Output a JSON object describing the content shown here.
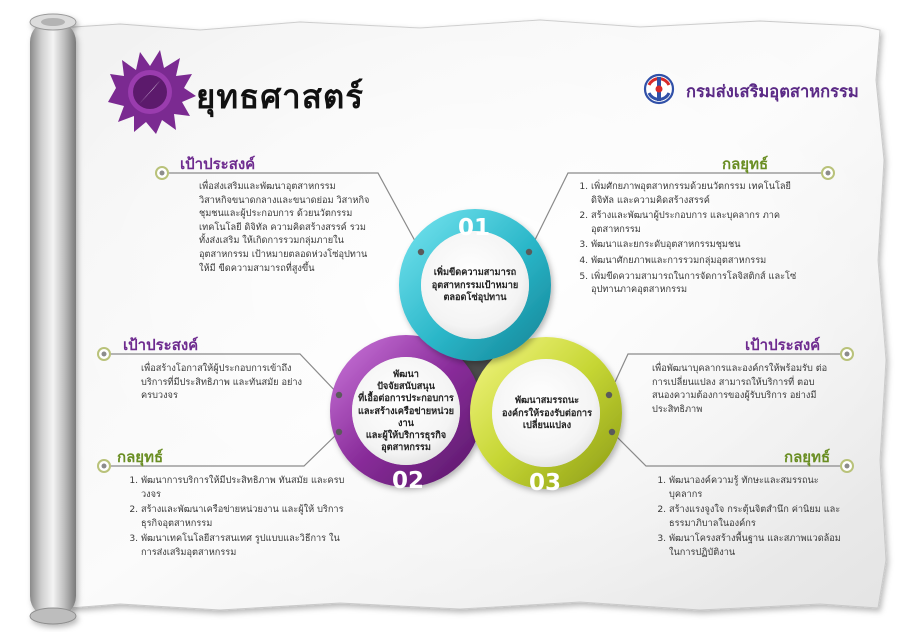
{
  "title": "ยุทธศาสตร์",
  "org_name": "กรมส่งเสริมอุตสาหกรรม",
  "colors": {
    "purple": "#8a2d9b",
    "teal": "#2bb7c9",
    "lime": "#c6d634",
    "heading_purple": "#6e2b8f",
    "heading_green": "#6a8e23"
  },
  "circle1": {
    "number": "01",
    "lines": [
      "เพิ่มขีดความสามารถ",
      "อุตสาหกรรมเป้าหมาย",
      "ตลอดโซ่อุปทาน"
    ]
  },
  "circle2": {
    "number": "02",
    "lines": [
      "พัฒนา",
      "ปัจจัยสนับสนุน",
      "ที่เอื้อต่อการประกอบการ",
      "และสร้างเครือข่ายหน่วยงาน",
      "และผู้ให้บริการธุรกิจ",
      "อุตสาหกรรม"
    ]
  },
  "circle3": {
    "number": "03",
    "lines": [
      "พัฒนาสมรรถนะ",
      "องค์กรให้รองรับต่อการ",
      "เปลี่ยนแปลง"
    ]
  },
  "panel1": {
    "goal_heading": "เป้าประสงค์",
    "goal_text": "เพื่อส่งเสริมและพัฒนาอุตสาหกรรม วิสาหกิจขนาดกลางและขนาดย่อม วิสาหกิจชุมชนและผู้ประกอบการ ด้วยนวัตกรรม เทคโนโลยี ดิจิทัล ความคิดสร้างสรรค์ รวมทั้งส่งเสริม ให้เกิดการรวมกลุ่มภายในอุตสาหกรรม เป้าหมายตลอดห่วงโซ่อุปทาน ให้มี ขีดความสามารถที่สูงขึ้น",
    "strategy_heading": "กลยุทธ์",
    "strategies": [
      "เพิ่มศักยภาพอุตสาหกรรมด้วยนวัตกรรม เทคโนโลยี ดิจิทัล และความคิดสร้างสรรค์",
      "สร้างและพัฒนาผู้ประกอบการ และบุคลากร ภาคอุตสาหกรรม",
      "พัฒนาและยกระดับอุตสาหกรรมชุมชน",
      "พัฒนาศักยภาพและการรวมกลุ่มอุตสาหกรรม",
      "เพิ่มขีดความสามารถในการจัดการโลจิสติกส์ และโซ่อุปทานภาคอุตสาหกรรม"
    ]
  },
  "panel2": {
    "goal_heading": "เป้าประสงค์",
    "goal_text": "เพื่อสร้างโอกาสให้ผู้ประกอบการเข้าถึง บริการที่มีประสิทธิภาพ และทันสมัย อย่างครบวงจร",
    "strategy_heading": "กลยุทธ์",
    "strategies": [
      "พัฒนาการบริการให้มีประสิทธิภาพ ทันสมัย และครบวงจร",
      "สร้างและพัฒนาเครือข่ายหน่วยงาน และผู้ให้ บริการธุรกิจอุตสาหกรรม",
      "พัฒนาเทคโนโลยีสารสนเทศ รูปแบบและวิธีการ ในการส่งเสริมอุตสาหกรรม"
    ]
  },
  "panel3": {
    "goal_heading": "เป้าประสงค์",
    "goal_text": "เพื่อพัฒนาบุคลากรและองค์กรให้พร้อมรับ ต่อการเปลี่ยนแปลง สามารถให้บริการที่ ตอบสนองความต้องการของผู้รับบริการ อย่างมีประสิทธิภาพ",
    "strategy_heading": "กลยุทธ์",
    "strategies": [
      "พัฒนาองค์ความรู้ ทักษะและสมรรถนะ บุคลากร",
      "สร้างแรงจูงใจ กระตุ้นจิตสำนึก ค่านิยม และธรรมาภิบาลในองค์กร",
      "พัฒนาโครงสร้างพื้นฐาน และสภาพแวดล้อม ในการปฏิบัติงาน"
    ]
  }
}
